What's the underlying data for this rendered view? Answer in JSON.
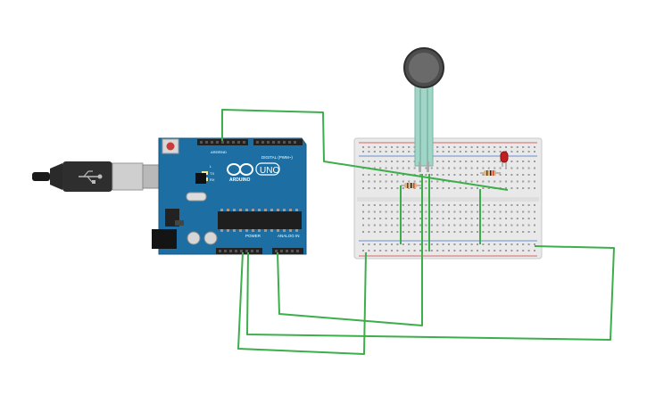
{
  "arduino": {
    "model_text": "UNO",
    "brand_text": "ARDUINO",
    "digital_header_label": "DIGITAL (PWM~)",
    "power_label": "POWER",
    "analog_label": "ANALOG IN",
    "aref_label": "AREF",
    "gnd_label": "GND",
    "tx_label": "TX",
    "rx_label": "RX",
    "on_label": "ON",
    "l_label": "L"
  },
  "colors": {
    "wire": "#3cae4a",
    "board": "#1d6fa3",
    "breadboard": "#e9e9e9",
    "rail_red": "#d23b3b",
    "rail_blue": "#3b6fd2",
    "led": "#c0201e",
    "sensor": "#5a5a5a",
    "sensor_tail": "#9fd6c7"
  },
  "icons": {
    "usb": "usb-icon",
    "infinity_logo": "arduino-logo-icon"
  }
}
